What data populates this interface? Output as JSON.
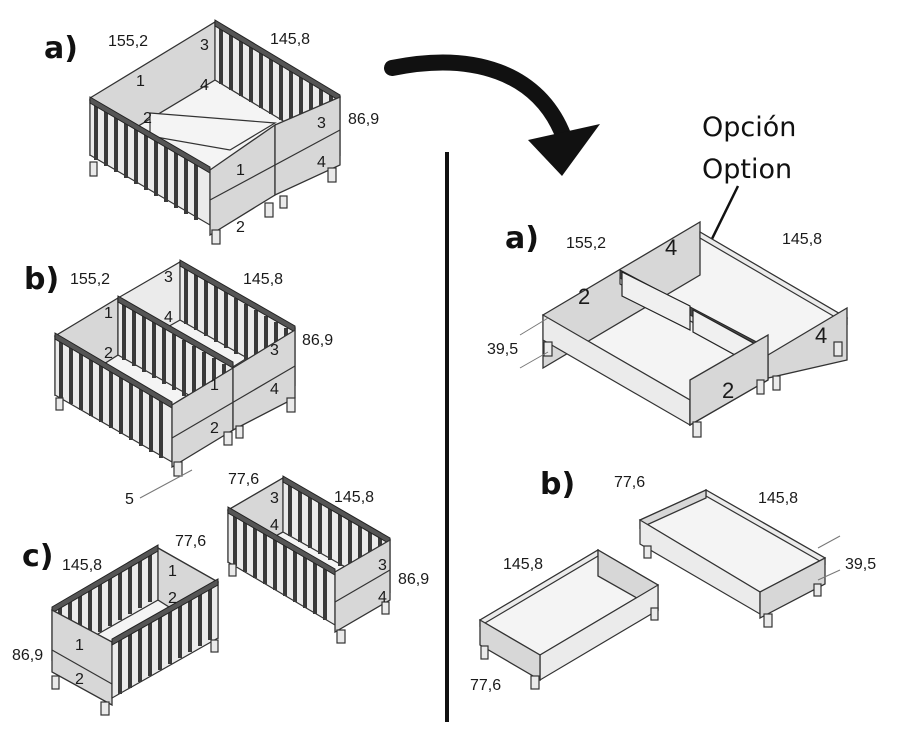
{
  "left": {
    "a": {
      "label": "a)",
      "dims": [
        "155,2",
        "145,8",
        "86,9"
      ],
      "parts": [
        "1",
        "2",
        "3",
        "4",
        "1",
        "2",
        "3",
        "4"
      ]
    },
    "b": {
      "label": "b)",
      "dims": [
        "155,2",
        "145,8",
        "86,9",
        "5"
      ],
      "parts": [
        "1",
        "2",
        "3",
        "4",
        "1",
        "2",
        "3",
        "4"
      ]
    },
    "c": {
      "label": "c)",
      "dims": [
        "145,8",
        "77,6",
        "86,9"
      ],
      "parts": [
        "1",
        "2",
        "1",
        "2"
      ]
    },
    "c2": {
      "dims": [
        "77,6",
        "145,8",
        "86,9"
      ],
      "parts": [
        "3",
        "4",
        "3",
        "4"
      ]
    }
  },
  "right": {
    "option_es": "Opción",
    "option_en": "Option",
    "a": {
      "label": "a)",
      "dims": [
        "155,2",
        "145,8",
        "39,5"
      ],
      "parts": [
        "4",
        "2",
        "2",
        "4"
      ]
    },
    "b": {
      "label": "b)",
      "dims": [
        "77,6",
        "145,8",
        "39,5",
        "145,8",
        "77,6"
      ]
    }
  }
}
